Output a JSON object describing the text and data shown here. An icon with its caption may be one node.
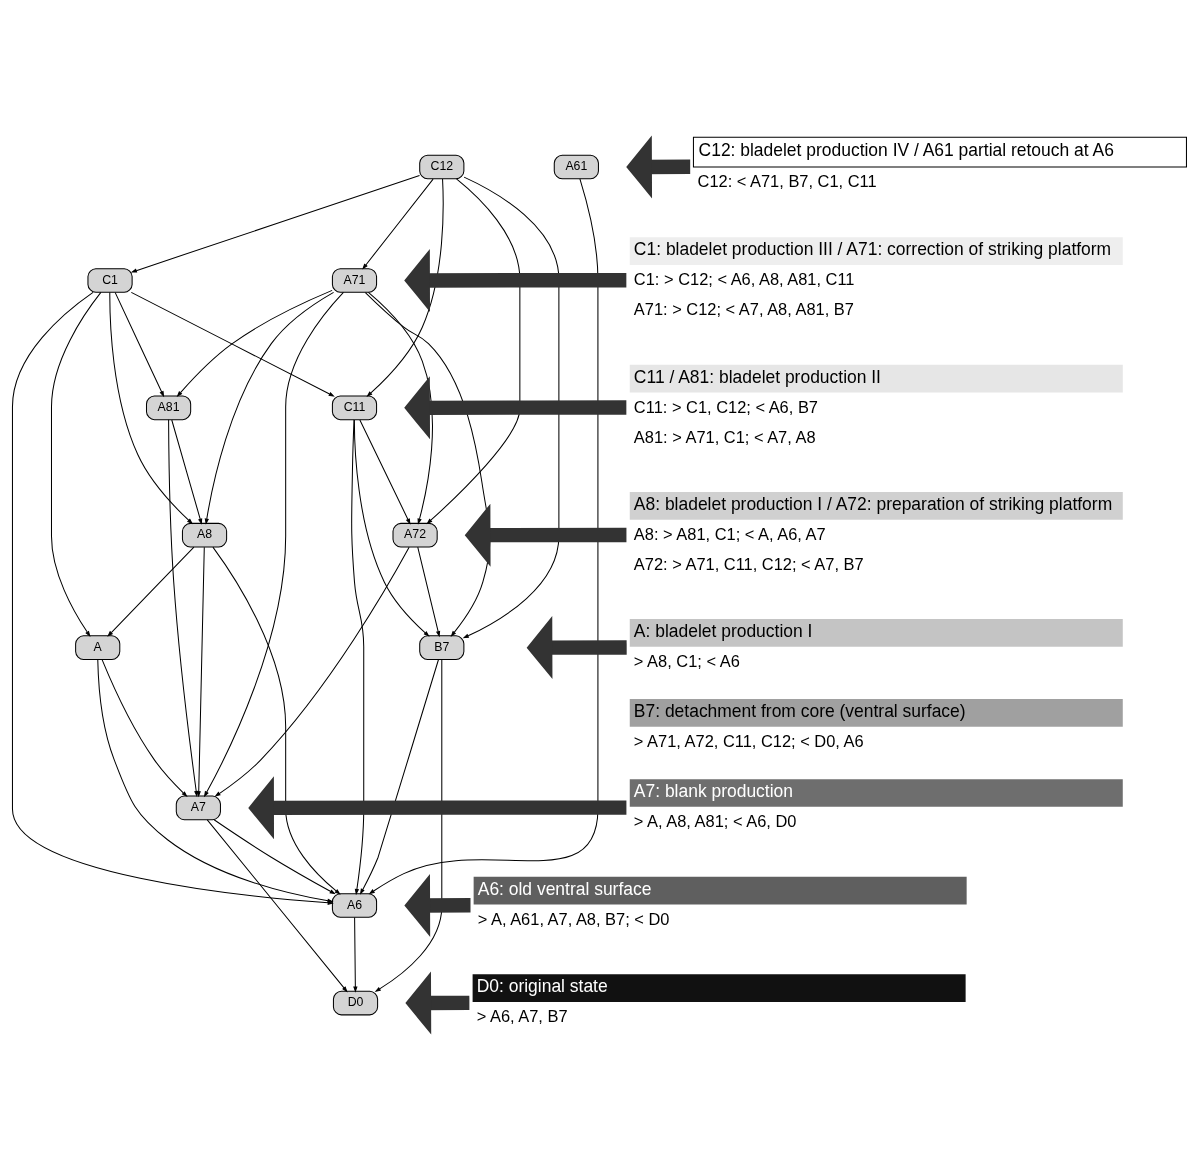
{
  "diagram": {
    "nodes": [
      {
        "text": [
          "C12"
        ]
      },
      {
        "text": [
          "A61"
        ]
      },
      {
        "text": [
          "C1"
        ]
      },
      {
        "text": [
          "A71"
        ]
      },
      {
        "text": [
          "A81"
        ]
      },
      {
        "text": [
          "C11"
        ]
      },
      {
        "text": [
          "A8"
        ]
      },
      {
        "text": [
          "A72"
        ]
      },
      {
        "text": [
          "A"
        ]
      },
      {
        "text": [
          "B7"
        ]
      },
      {
        "text": [
          "A7"
        ]
      },
      {
        "text": [
          "A6"
        ]
      },
      {
        "text": [
          "D0"
        ]
      },
      {
        "text": [
          "C12: bladelet production IV / A61 partial retouch at A6"
        ],
        "beside": [
          "C12: < A71, B7, C1, C11"
        ]
      },
      {
        "text": [
          "C1: bladelet production III / A71: correction of striking platform"
        ],
        "beside": [
          "C1: > C12; < A6, A8, A81, C11",
          "A71: > C12; < A7, A8, A81, B7"
        ]
      },
      {
        "text": [
          "C11 / A81: bladelet production II"
        ],
        "beside": [
          "C11: > C1, C12; < A6, B7",
          "A81: > A71, C1; < A7, A8"
        ]
      },
      {
        "text": [
          "A8: bladelet production I / A72: preparation of striking platform"
        ],
        "beside": [
          "A8: > A81, C1; < A, A6, A7",
          "A72: > A71, C11, C12; < A7, B7"
        ]
      },
      {
        "text": [
          "A: bladelet production I"
        ],
        "beside": [
          "> A8, C1; < A6"
        ]
      },
      {
        "text": [
          "B7: detachment from core (ventral surface)"
        ],
        "beside": [
          "> A71, A72, C11, C12; < D0, A6"
        ]
      },
      {
        "text": [
          "A7: blank production"
        ],
        "beside": [
          "> A, A8, A81; < A6, D0"
        ]
      },
      {
        "text": [
          "A6: old ventral surface"
        ],
        "beside": [
          "> A, A61, A7, A8, B7; < D0"
        ]
      },
      {
        "text": [
          "D0: original state"
        ],
        "beside": [
          "> A6, A7, B7"
        ]
      }
    ],
    "edges": [
      {
        "from": 0,
        "to": 2,
        "arrow": "to"
      },
      {
        "from": 0,
        "to": 3,
        "arrow": "to"
      },
      {
        "from": 0,
        "to": 5,
        "arrow": "to"
      },
      {
        "from": 0,
        "to": 7,
        "arrow": "to"
      },
      {
        "from": 0,
        "to": 9,
        "arrow": "to"
      },
      {
        "from": 1,
        "to": 11,
        "arrow": "to"
      },
      {
        "from": 2,
        "to": 4,
        "arrow": "to"
      },
      {
        "from": 2,
        "to": 5,
        "arrow": "to"
      },
      {
        "from": 2,
        "to": 6,
        "arrow": "to"
      },
      {
        "from": 2,
        "to": 8,
        "arrow": "to"
      },
      {
        "from": 2,
        "to": 11,
        "arrow": "to"
      },
      {
        "from": 3,
        "to": 4,
        "arrow": "to"
      },
      {
        "from": 3,
        "to": 6,
        "arrow": "to"
      },
      {
        "from": 3,
        "to": 7,
        "arrow": "to"
      },
      {
        "from": 3,
        "to": 10,
        "arrow": "to"
      },
      {
        "from": 3,
        "to": 9,
        "arrow": "to"
      },
      {
        "from": 5,
        "to": 7,
        "arrow": "to"
      },
      {
        "from": 5,
        "to": 9,
        "arrow": "to"
      },
      {
        "from": 5,
        "to": 11,
        "arrow": "to"
      },
      {
        "from": 4,
        "to": 6,
        "arrow": "to"
      },
      {
        "from": 4,
        "to": 10,
        "arrow": "to"
      },
      {
        "from": 6,
        "to": 8,
        "arrow": "to"
      },
      {
        "from": 6,
        "to": 10,
        "arrow": "to"
      },
      {
        "from": 6,
        "to": 11,
        "arrow": "to"
      },
      {
        "from": 7,
        "to": 10,
        "arrow": "to"
      },
      {
        "from": 7,
        "to": 9,
        "arrow": "to"
      },
      {
        "from": 8,
        "to": 10,
        "arrow": "to"
      },
      {
        "from": 8,
        "to": 11,
        "arrow": "to"
      },
      {
        "from": 9,
        "to": 11,
        "arrow": "to"
      },
      {
        "from": 9,
        "to": 12,
        "arrow": "to"
      },
      {
        "from": 10,
        "to": 11,
        "arrow": "to"
      },
      {
        "from": 10,
        "to": 12,
        "arrow": "to"
      },
      {
        "from": 11,
        "to": 12,
        "arrow": "to"
      },
      {
        "from": 13,
        "to": null,
        "arrow": "to",
        "style": "thick",
        "color": "#333333"
      },
      {
        "from": 14,
        "to": null,
        "arrow": "to",
        "style": "thick",
        "color": "#333333"
      },
      {
        "from": 15,
        "to": null,
        "arrow": "to",
        "style": "thick",
        "color": "#333333"
      },
      {
        "from": 16,
        "to": null,
        "arrow": "to",
        "style": "thick",
        "color": "#333333"
      },
      {
        "from": 17,
        "to": null,
        "arrow": "to",
        "style": "thick",
        "color": "#333333"
      },
      {
        "from": 19,
        "to": null,
        "arrow": "to",
        "style": "thick",
        "color": "#333333"
      },
      {
        "from": 20,
        "to": null,
        "arrow": "to",
        "style": "thick",
        "color": "#333333"
      },
      {
        "from": 21,
        "to": null,
        "arrow": "to",
        "style": "thick",
        "color": "#333333"
      }
    ]
  }
}
